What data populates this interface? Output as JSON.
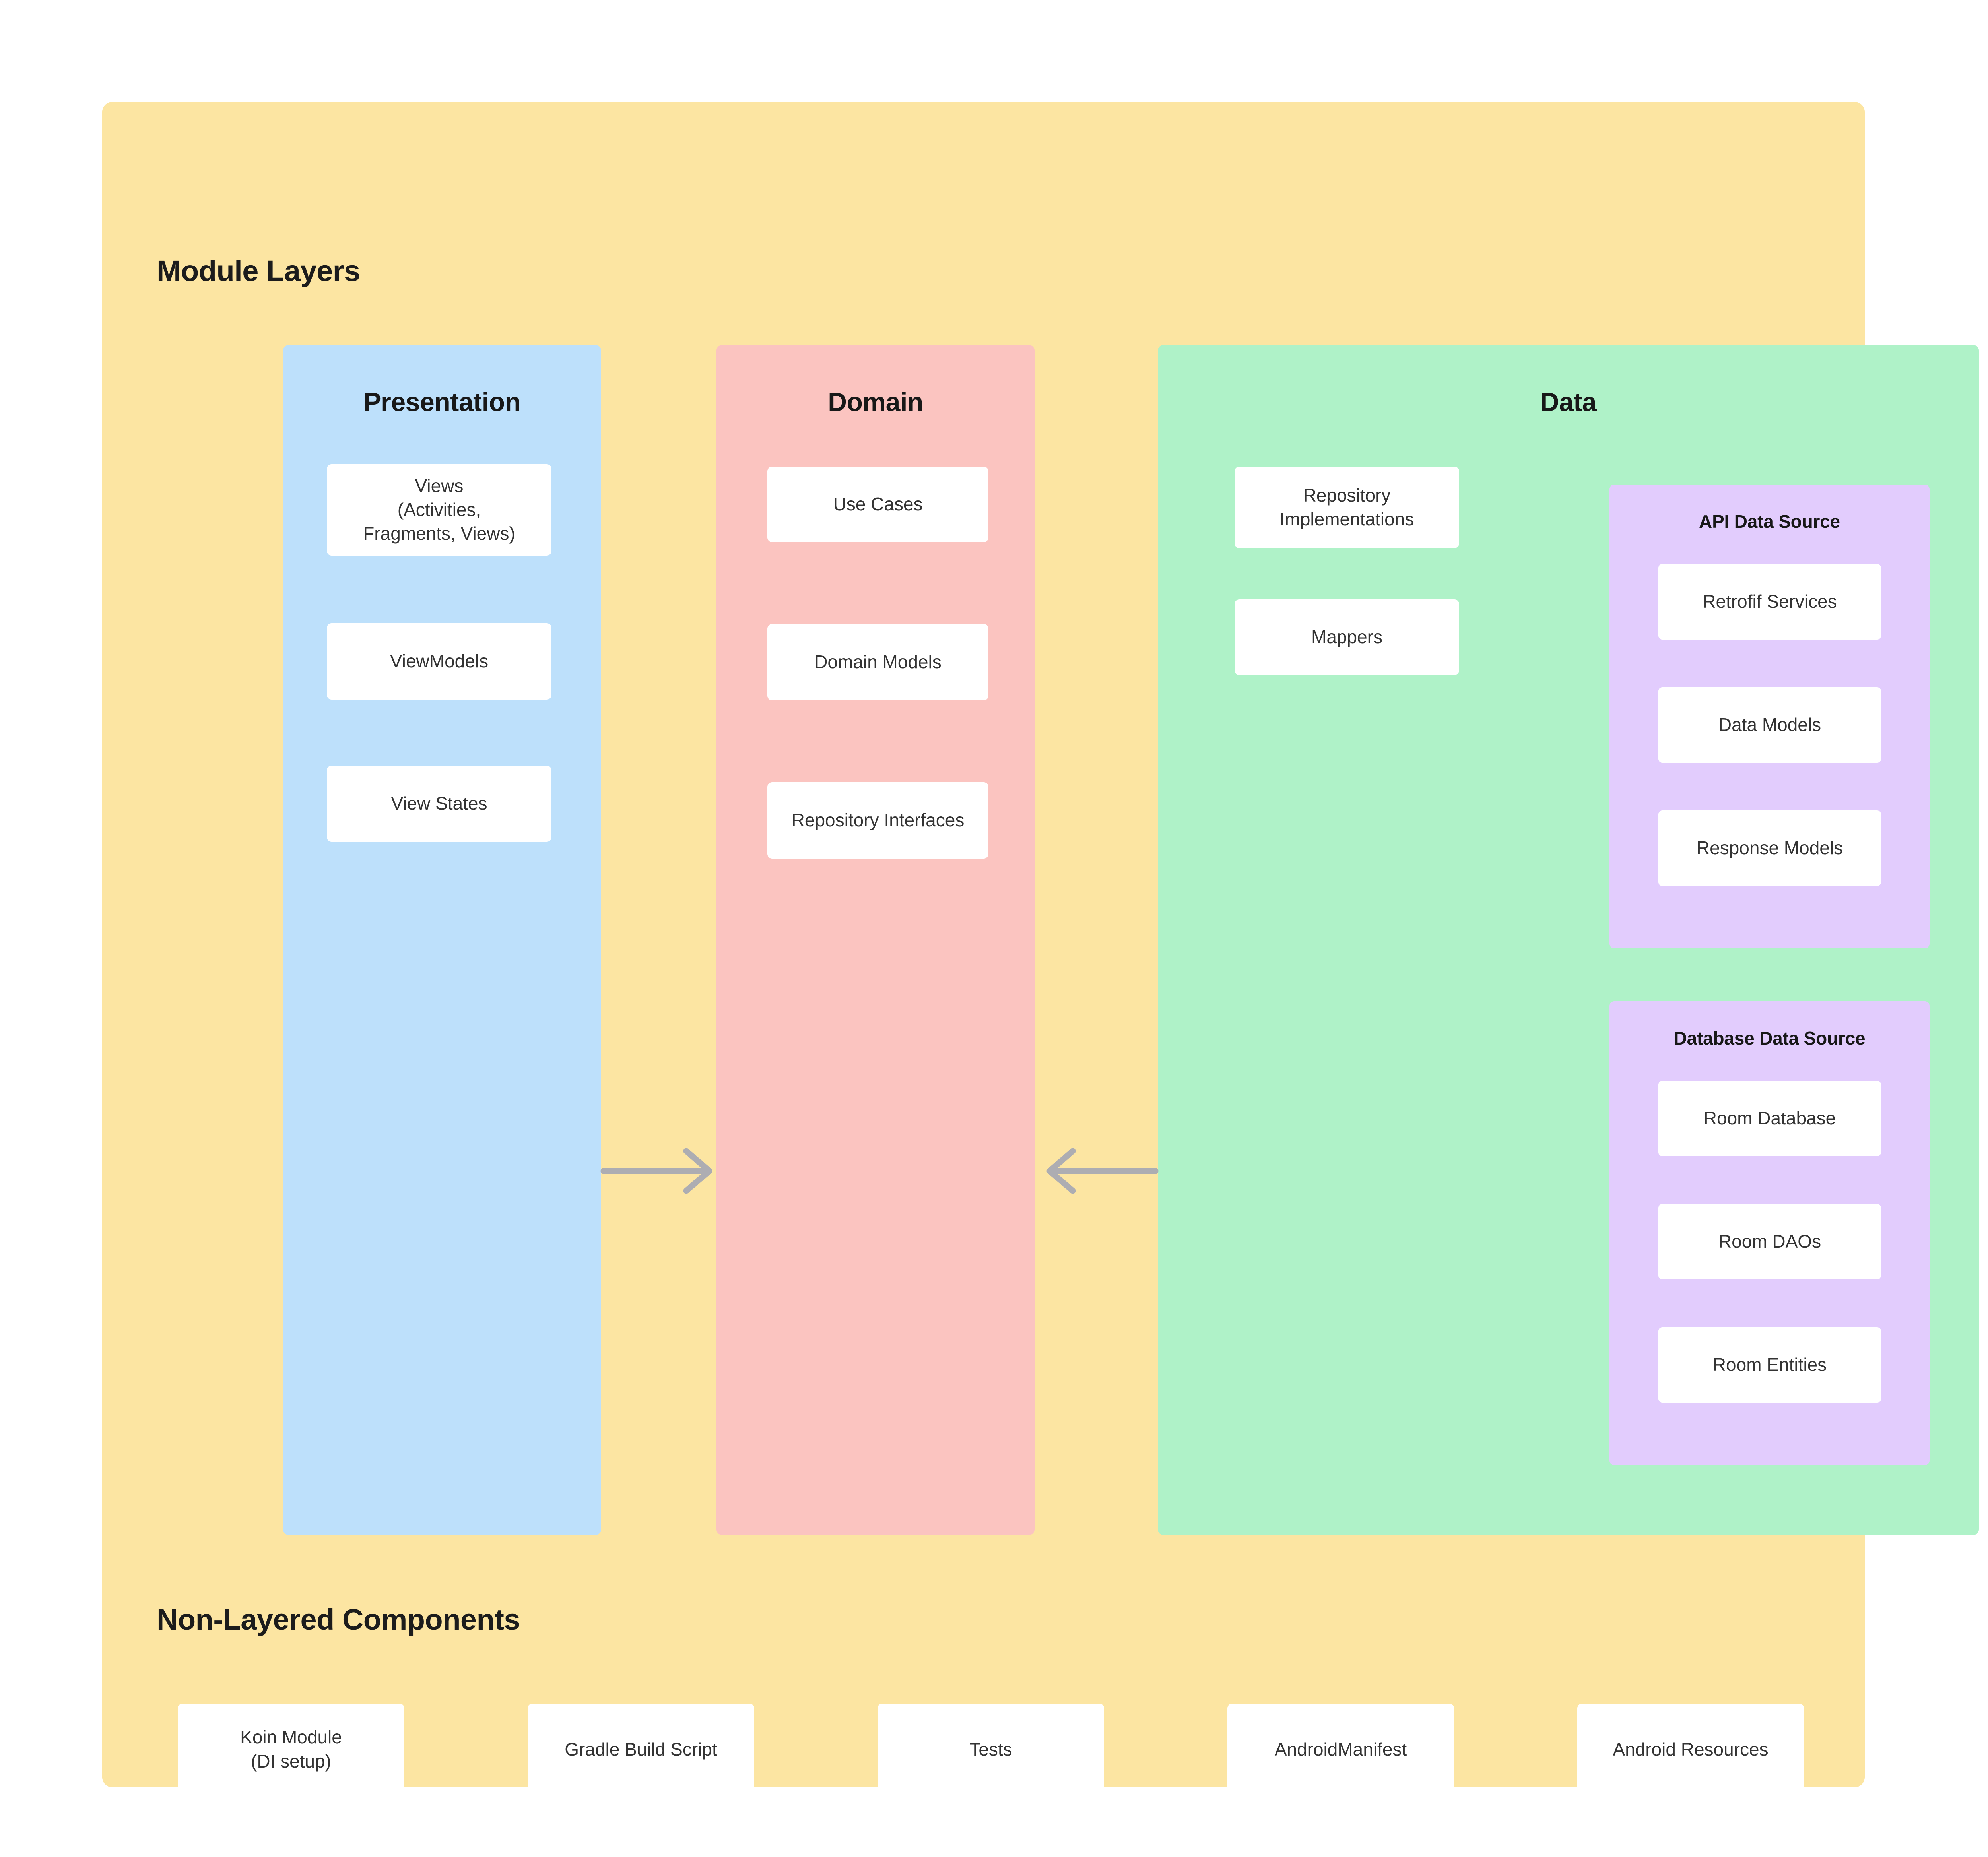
{
  "diagram": {
    "title": "Module Layers",
    "non_layered_title": "Non-Layered Components",
    "colors": {
      "canvas": "#FCE5A2",
      "presentation": "#BDE0FB",
      "domain": "#FBC4C0",
      "data": "#AFF2C8",
      "data_source_panel": "#E2CCFD",
      "card": "#FFFFFF",
      "arrow": "#ADADB2",
      "heading_text": "#1c1c1c",
      "card_text": "#333333"
    }
  },
  "layers": {
    "presentation": {
      "title": "Presentation",
      "items": [
        {
          "label": "Views\n(Activities,\nFragments, Views)"
        },
        {
          "label": "ViewModels"
        },
        {
          "label": "View States"
        }
      ]
    },
    "domain": {
      "title": "Domain",
      "items": [
        {
          "label": "Use Cases"
        },
        {
          "label": "Domain Models"
        },
        {
          "label": "Repository Interfaces"
        }
      ]
    },
    "data": {
      "title": "Data",
      "items": [
        {
          "label": "Repository\nImplementations"
        },
        {
          "label": "Mappers"
        }
      ],
      "sub_panels": [
        {
          "title": "API Data Source",
          "items": [
            {
              "label": "Retrofif Services"
            },
            {
              "label": "Data Models"
            },
            {
              "label": "Response Models"
            }
          ]
        },
        {
          "title": "Database Data Source",
          "items": [
            {
              "label": "Room Database"
            },
            {
              "label": "Room DAOs"
            },
            {
              "label": "Room Entities"
            }
          ]
        }
      ]
    }
  },
  "arrows": [
    {
      "name": "presentation-to-domain",
      "direction": "right",
      "from": "Presentation",
      "to": "Domain"
    },
    {
      "name": "data-to-domain",
      "direction": "left",
      "from": "Data",
      "to": "Domain"
    }
  ],
  "non_layered_components": [
    {
      "label": "Koin Module\n(DI setup)"
    },
    {
      "label": "Gradle Build Script"
    },
    {
      "label": "Tests"
    },
    {
      "label": "AndroidManifest"
    },
    {
      "label": "Android Resources"
    }
  ]
}
